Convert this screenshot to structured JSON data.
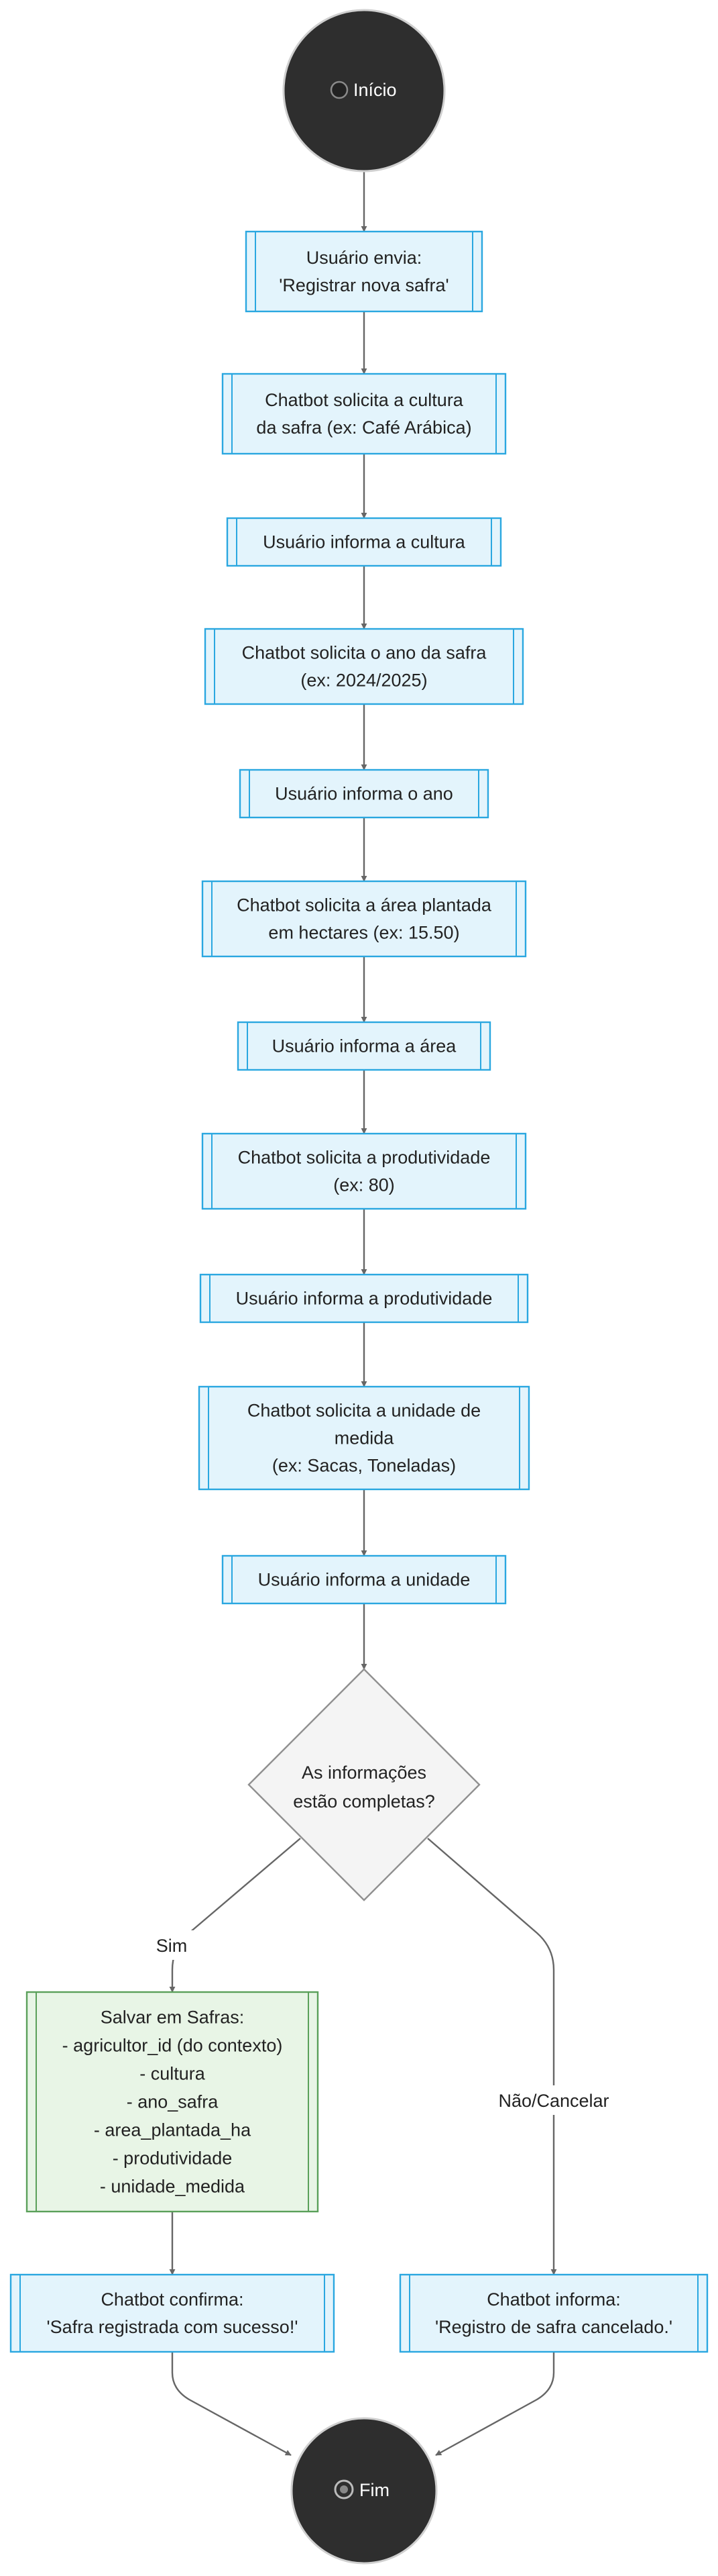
{
  "colors": {
    "process_fill": "#e3f4fc",
    "process_stroke": "#2aa7e0",
    "store_fill": "#e8f5e6",
    "store_stroke": "#5aa05a",
    "decision_fill": "#f4f4f4",
    "decision_stroke": "#909090",
    "terminal_fill": "#2e2e2e",
    "edge": "#666666"
  },
  "nodes": {
    "start": {
      "label": "Início",
      "icon": "black-circle-icon"
    },
    "n1": {
      "lines": [
        "Usuário envia:",
        "'Registrar nova safra'"
      ]
    },
    "n2": {
      "lines": [
        "Chatbot solicita a cultura",
        "da safra (ex: Café Arábica)"
      ]
    },
    "n3": {
      "lines": [
        "Usuário informa a cultura"
      ]
    },
    "n4": {
      "lines": [
        "Chatbot solicita o ano da safra",
        "(ex: 2024/2025)"
      ]
    },
    "n5": {
      "lines": [
        "Usuário informa o ano"
      ]
    },
    "n6": {
      "lines": [
        "Chatbot solicita a área plantada",
        "em hectares (ex: 15.50)"
      ]
    },
    "n7": {
      "lines": [
        "Usuário informa a área"
      ]
    },
    "n8": {
      "lines": [
        "Chatbot solicita a produtividade",
        "(ex: 80)"
      ]
    },
    "n9": {
      "lines": [
        "Usuário informa a produtividade"
      ]
    },
    "n10": {
      "lines": [
        "Chatbot solicita a unidade de",
        "medida",
        "(ex: Sacas, Toneladas)"
      ]
    },
    "n11": {
      "lines": [
        "Usuário informa a unidade"
      ]
    },
    "decision": {
      "lines": [
        "As informações",
        "estão completas?"
      ]
    },
    "save": {
      "lines": [
        "Salvar em Safras:",
        "- agricultor_id (do contexto)",
        "- cultura",
        "- ano_safra",
        "- area_plantada_ha",
        "- produtividade",
        "- unidade_medida"
      ]
    },
    "confirm": {
      "lines": [
        "Chatbot confirma:",
        "'Safra registrada com sucesso!'"
      ]
    },
    "cancel": {
      "lines": [
        "Chatbot informa:",
        "'Registro de safra cancelado.'"
      ]
    },
    "end": {
      "label": "Fim",
      "icon": "radio-circle-icon"
    }
  },
  "edges": {
    "yes_label": "Sim",
    "no_label": "Não/Cancelar"
  }
}
